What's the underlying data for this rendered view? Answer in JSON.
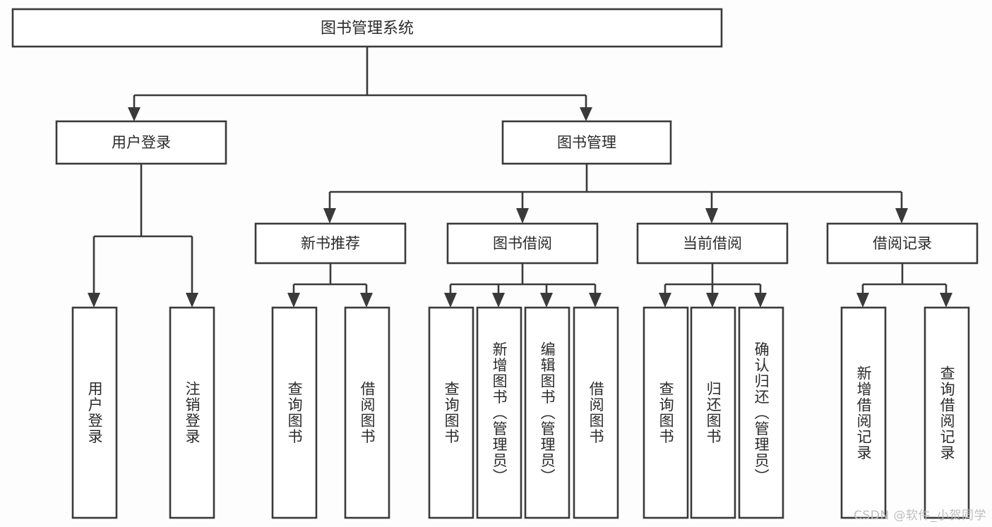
{
  "diagram": {
    "type": "tree",
    "title": "图书管理系统",
    "orientation": "top-down",
    "colors": {
      "background": "#fdfdfd",
      "box_fill": "#ffffff",
      "line": "#3a3a3a",
      "text": "#2b2b2b",
      "watermark": "#bdbdbd"
    },
    "root": {
      "label": "图书管理系统"
    },
    "level2": [
      {
        "label": "用户登录"
      },
      {
        "label": "图书管理"
      }
    ],
    "level3": [
      {
        "label": "新书推荐"
      },
      {
        "label": "图书借阅"
      },
      {
        "label": "当前借阅"
      },
      {
        "label": "借阅记录"
      }
    ],
    "leaves": {
      "user_login": [
        {
          "label": "用户登录"
        },
        {
          "label": "注销登录"
        }
      ],
      "new_book_recommend": [
        {
          "label": "查询图书"
        },
        {
          "label": "借阅图书"
        }
      ],
      "book_borrow": [
        {
          "label": "查询图书"
        },
        {
          "label": "新增图书（管理员）"
        },
        {
          "label": "编辑图书（管理员）"
        },
        {
          "label": "借阅图书"
        }
      ],
      "current_borrow": [
        {
          "label": "查询图书"
        },
        {
          "label": "归还图书"
        },
        {
          "label": "确认归还（管理员）"
        }
      ],
      "borrow_record": [
        {
          "label": "新增借阅记录"
        },
        {
          "label": "查询借阅记录"
        }
      ]
    },
    "watermark": "CSDN @软件_小贺同学"
  }
}
